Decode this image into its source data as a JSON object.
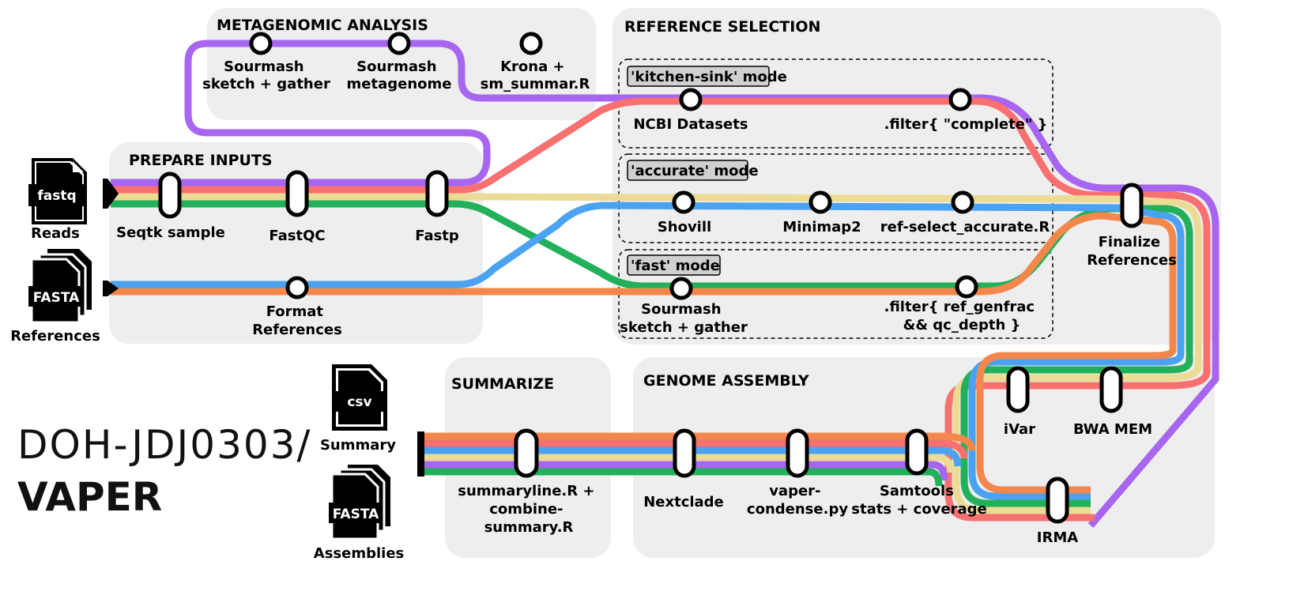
{
  "colors": {
    "purple": "#a865f0",
    "red": "#f87070",
    "yellow": "#ecdb94",
    "green": "#22b05a",
    "blue": "#4aa2f0",
    "orange": "#f4884c",
    "panel": "#eeeeee"
  },
  "brand": {
    "org": "DOH-JDJ0303/",
    "name": "VAPER"
  },
  "sections": {
    "metagenomic": "METAGENOMIC ANALYSIS",
    "reference": "REFERENCE SELECTION",
    "prepare": "PREPARE INPUTS",
    "summarize": "SUMMARIZE",
    "assembly": "GENOME ASSEMBLY"
  },
  "modes": {
    "kitchen": "'kitchen-sink' mode",
    "accurate": "'accurate' mode",
    "fast": "'fast' mode"
  },
  "inputs": {
    "reads": {
      "tag": "fastq",
      "label": "Reads"
    },
    "references": {
      "tag": "FASTA",
      "label": "References"
    }
  },
  "outputs": {
    "summary": {
      "tag": "csv",
      "label": "Summary"
    },
    "assemblies": {
      "tag": "FASTA",
      "label": "Assemblies"
    }
  },
  "processes": {
    "sourmash_gather_meta": [
      "Sourmash",
      "sketch + gather"
    ],
    "sourmash_metagenome": [
      "Sourmash",
      "metagenome"
    ],
    "krona": [
      "Krona +",
      "sm_summar.R"
    ],
    "ncbi": [
      "NCBI Datasets"
    ],
    "filter_complete": [
      ".filter{ \"complete\" }"
    ],
    "shovill": [
      "Shovill"
    ],
    "minimap2": [
      "Minimap2"
    ],
    "ref_select": [
      "ref-select_accurate.R"
    ],
    "sourmash_fast": [
      "Sourmash",
      "sketch + gather"
    ],
    "filter_genfrac": [
      ".filter{ ref_genfrac",
      "&& qc_depth }"
    ],
    "finalize": [
      "Finalize",
      "References"
    ],
    "seqtk": [
      "Seqtk sample"
    ],
    "fastqc": [
      "FastQC"
    ],
    "fastp": [
      "Fastp"
    ],
    "format_refs": [
      "Format",
      "References"
    ],
    "ivar": [
      "iVar"
    ],
    "bwa": [
      "BWA MEM"
    ],
    "irma": [
      "IRMA"
    ],
    "samtools": [
      "Samtools",
      "stats + coverage"
    ],
    "vaper_condense": [
      "vaper-",
      "condense.py"
    ],
    "nextclade": [
      "Nextclade"
    ],
    "summaryline": [
      "summaryline.R +",
      "combine-",
      "summary.R"
    ]
  }
}
